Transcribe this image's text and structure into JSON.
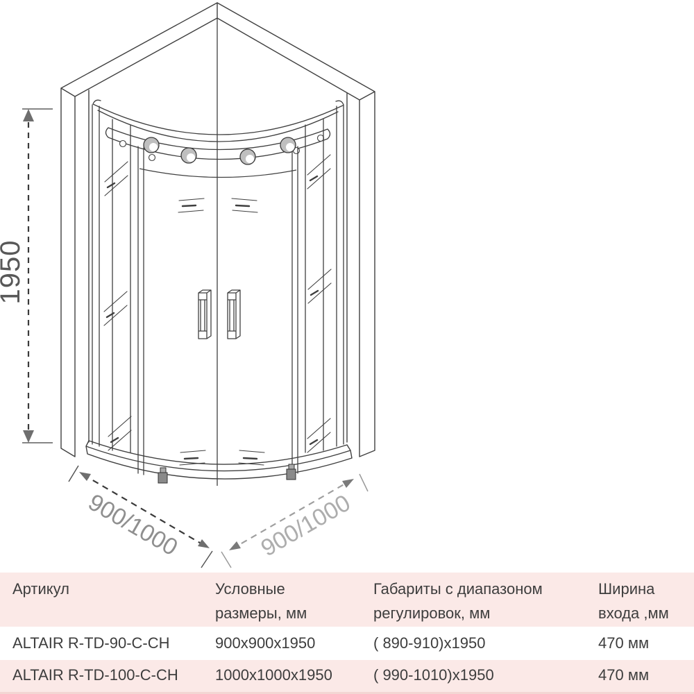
{
  "drawing": {
    "height_label": "1950",
    "width_label_left": "900/1000",
    "width_label_right": "900/1000"
  },
  "table": {
    "headers": {
      "article": {
        "line1": "Артикул",
        "line2": ""
      },
      "nominal": {
        "line1": "Условные",
        "line2": "размеры, мм"
      },
      "range": {
        "line1": "Габариты с диапазоном",
        "line2": "регулировок, мм"
      },
      "entry": {
        "line1": "Ширина",
        "line2": "входа ,мм"
      }
    },
    "rows": [
      {
        "article": "ALTAIR R-TD-90-C-CH",
        "nominal": "900x900x1950",
        "range": "( 890-910)x1950",
        "entry": "470 мм"
      },
      {
        "article": "ALTAIR R-TD-100-C-CH",
        "nominal": "1000x1000x1950",
        "range": "( 990-1010)x1950",
        "entry": "470 мм"
      }
    ]
  },
  "colors": {
    "row_pink": "#fbe9e7",
    "row_white": "#ffffff",
    "line": "#3f3f3f",
    "dim_arrow": "#6e6e6e",
    "height_text": "#585858",
    "width_text_left": "#8f8f8f",
    "width_text_right": "#adadad",
    "table_text": "#3d3d3d"
  }
}
